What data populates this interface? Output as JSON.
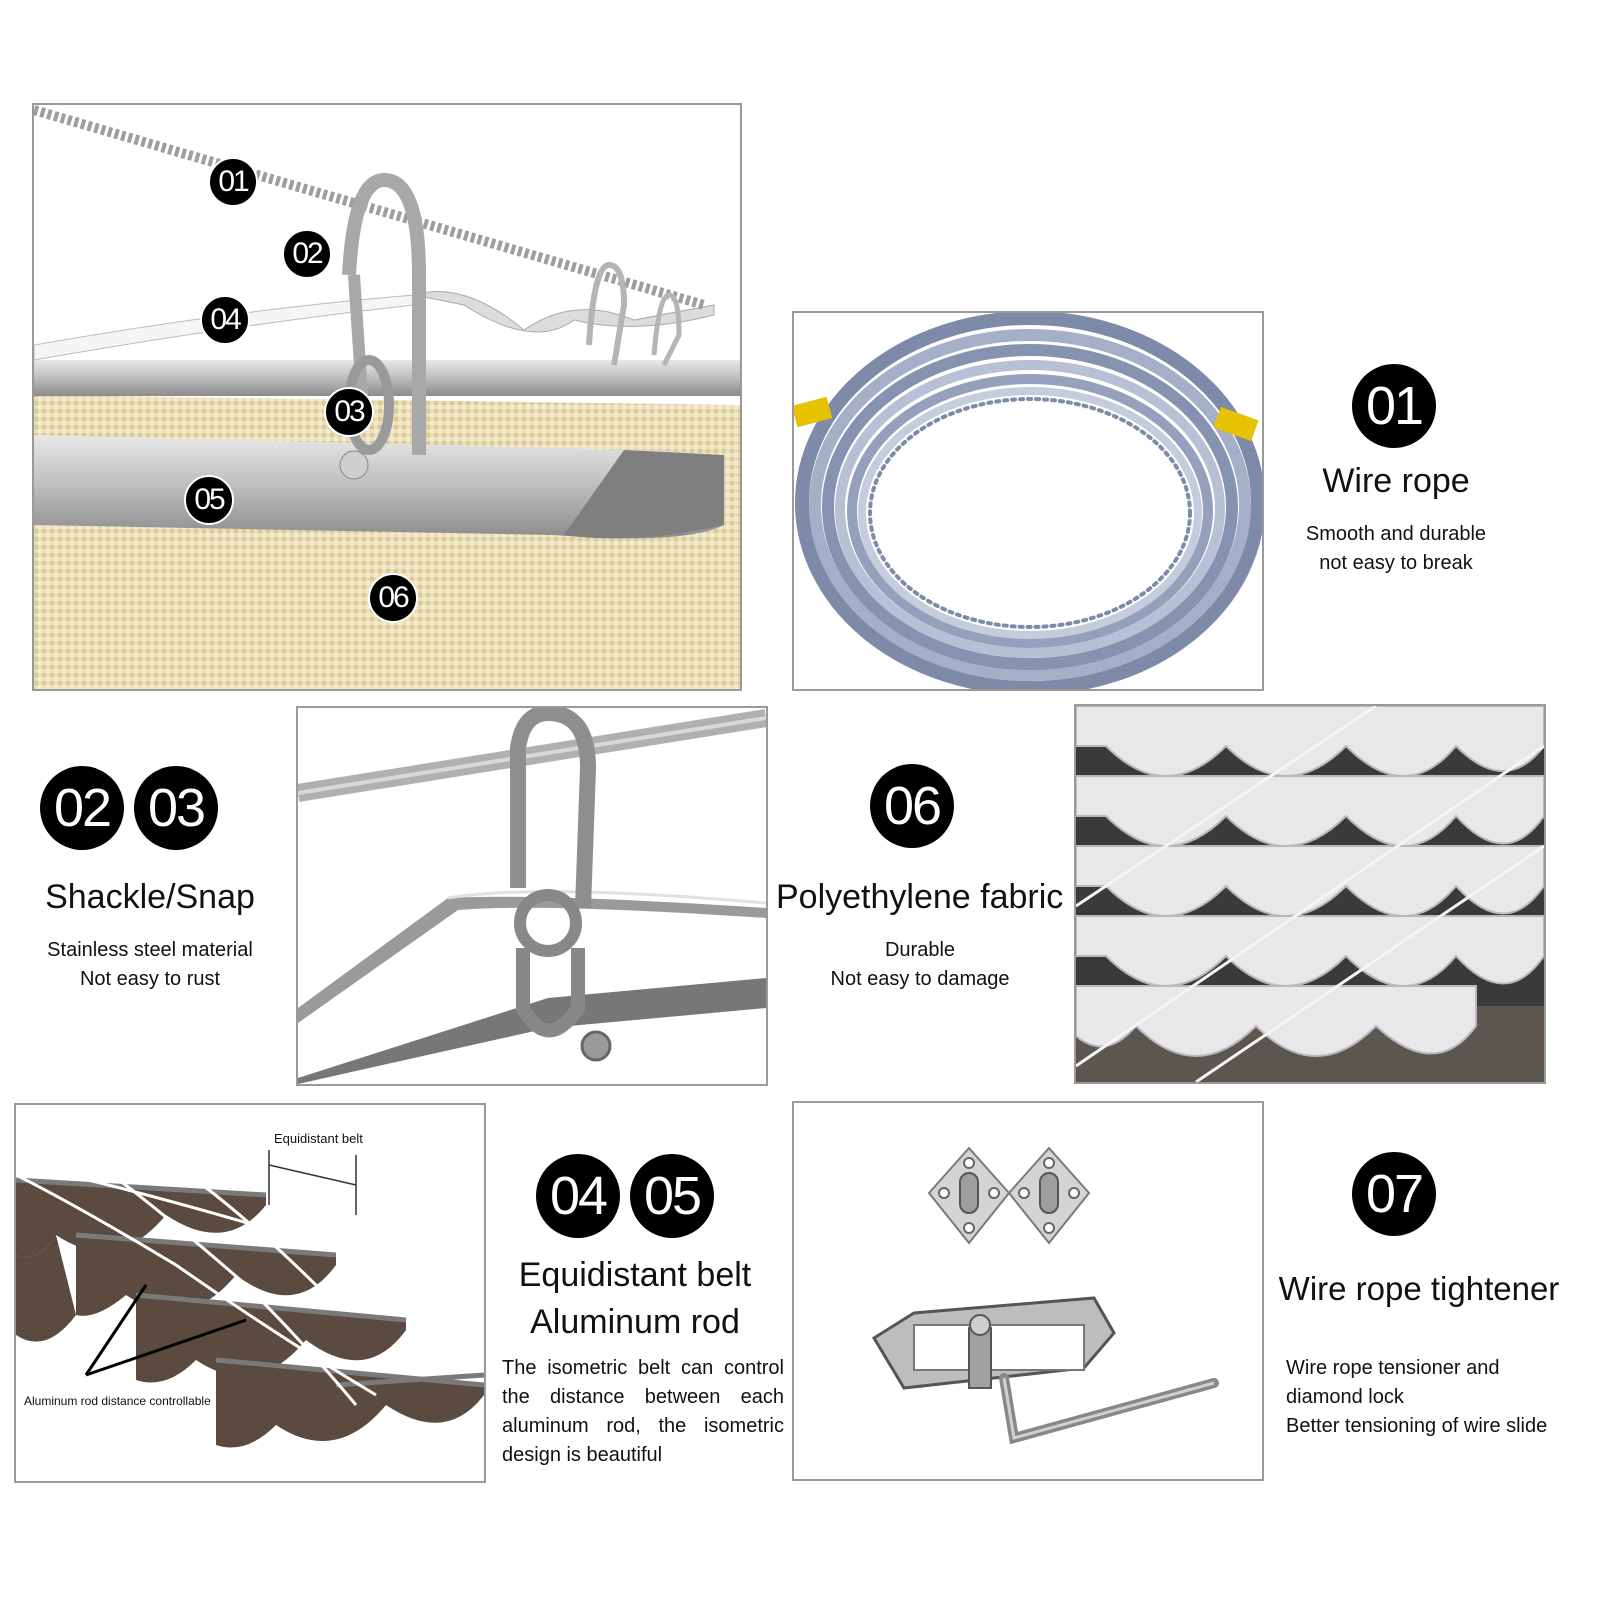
{
  "callouts": {
    "wire_rope_num": "01",
    "shackle_num": "02",
    "snap_num": "03",
    "belt_num": "04",
    "rod_num": "05",
    "fabric_num": "06"
  },
  "features": {
    "wire_rope": {
      "number": "01",
      "title": "Wire rope",
      "desc_line1": "Smooth and durable",
      "desc_line2": "not easy to break"
    },
    "shackle_snap": {
      "number_a": "02",
      "number_b": "03",
      "title": "Shackle/Snap",
      "desc_line1": "Stainless steel material",
      "desc_line2": "Not easy to rust"
    },
    "fabric": {
      "number": "06",
      "title": "Polyethylene fabric",
      "desc_line1": "Durable",
      "desc_line2": "Not easy to damage"
    },
    "belt_rod": {
      "number_a": "04",
      "number_b": "05",
      "title_line1": "Equidistant belt",
      "title_line2": "Aluminum rod",
      "description": "The isometric belt can control the distance between each aluminum rod, the isometric design is beautiful"
    },
    "tightener": {
      "number": "07",
      "title": "Wire rope tightener",
      "desc_line1": "Wire rope tensioner and diamond lock",
      "desc_line2": "Better tensioning of wire slide"
    }
  },
  "diagram_labels": {
    "equidistant_belt": "Equidistant belt",
    "rod_distance": "Aluminum rod distance controllable"
  },
  "colors": {
    "badge": "#000000",
    "fabric_beige": "#e8dcb5",
    "fabric_brown": "#5a4a40",
    "steel": "#b8b8b8",
    "panel_border": "#9a9a9a"
  }
}
